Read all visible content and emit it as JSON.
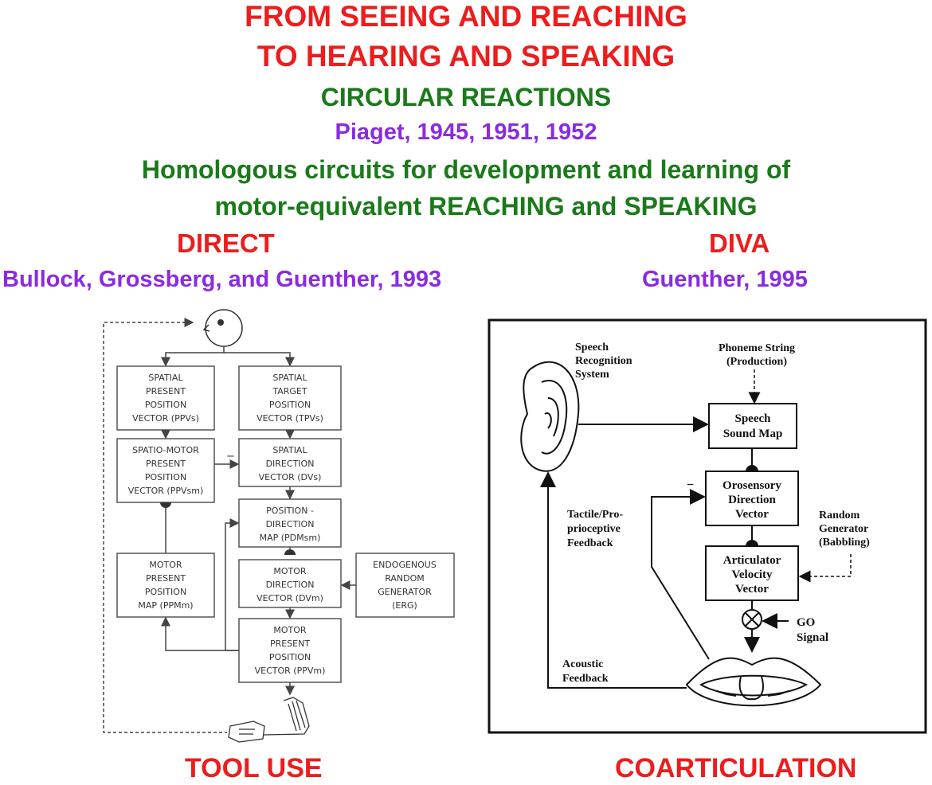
{
  "title": {
    "line1": "FROM SEEING AND REACHING",
    "line2": "TO HEARING AND SPEAKING",
    "line3": "CIRCULAR REACTIONS",
    "line4": "Piaget, 1945, 1951, 1952",
    "line5": "Homologous circuits for development and learning of",
    "line6": "motor-equivalent REACHING and SPEAKING"
  },
  "left": {
    "model": "DIRECT",
    "citation": "Bullock, Grossberg, and Guenther, 1993",
    "caption": "TOOL USE",
    "boxes": {
      "sppv": [
        "SPATIAL",
        "PRESENT",
        "POSITION",
        "VECTOR (PPVs)"
      ],
      "stpv": [
        "SPATIAL",
        "TARGET",
        "POSITION",
        "VECTOR (TPVs)"
      ],
      "smppv": [
        "SPATIO-MOTOR",
        "PRESENT",
        "POSITION",
        "VECTOR (PPVsm)"
      ],
      "sdv": [
        "SPATIAL",
        "DIRECTION",
        "VECTOR (DVs)"
      ],
      "pdm": [
        "POSITION -",
        "DIRECTION",
        "MAP (PDMsm)"
      ],
      "mppm": [
        "MOTOR",
        "PRESENT",
        "POSITION",
        "MAP (PPMm)"
      ],
      "mdv": [
        "MOTOR",
        "DIRECTION",
        "VECTOR (DVm)"
      ],
      "erg": [
        "ENDOGENOUS",
        "RANDOM",
        "GENERATOR",
        "(ERG)"
      ],
      "mppv": [
        "MOTOR",
        "PRESENT",
        "POSITION",
        "VECTOR (PPVm)"
      ]
    },
    "minus": "−"
  },
  "right": {
    "model": "DIVA",
    "citation": "Guenther, 1995",
    "caption": "COARTICULATION",
    "speech_recognition": [
      "Speech",
      "Recognition",
      "System"
    ],
    "phoneme_string": [
      "Phoneme String",
      "(Production)"
    ],
    "speech_sound_map": [
      "Speech",
      "Sound Map"
    ],
    "orosensory": [
      "Orosensory",
      "Direction",
      "Vector"
    ],
    "tactile": [
      "Tactile/Pro-",
      "prioceptive",
      "Feedback"
    ],
    "random_generator": [
      "Random",
      "Generator",
      "(Babbling)"
    ],
    "articulator": [
      "Articulator",
      "Velocity",
      "Vector"
    ],
    "go_signal": [
      "GO",
      "Signal"
    ],
    "acoustic": [
      "Acoustic",
      "Feedback"
    ],
    "minus": "−"
  }
}
